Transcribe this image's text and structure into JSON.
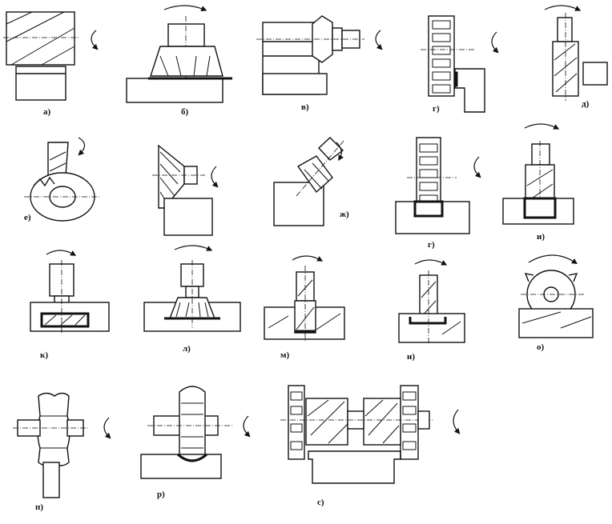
{
  "figure": {
    "labels": [
      "а)",
      "б)",
      "в)",
      "г)",
      "д)",
      "е)",
      "ж)",
      "г)",
      "и)",
      "к)",
      "л)",
      "м)",
      "н)",
      "о)",
      "п)",
      "р)",
      "с)"
    ]
  }
}
